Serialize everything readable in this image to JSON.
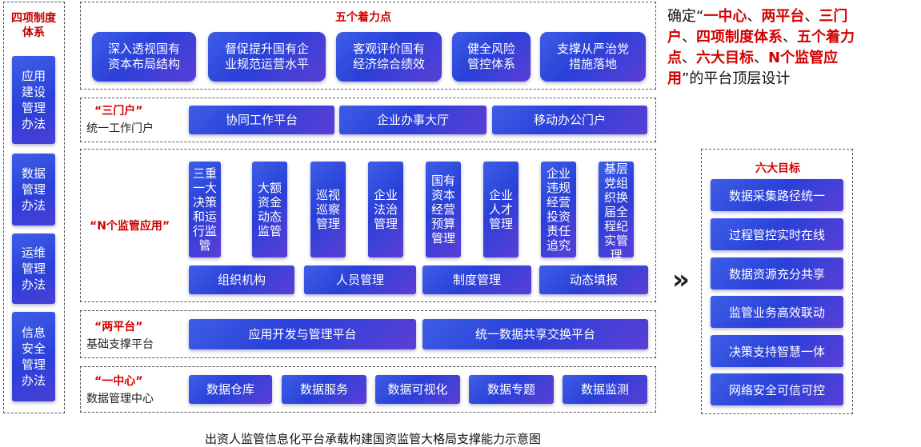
{
  "left_panel": {
    "title": "四项制度体系",
    "items": [
      "应用建设管理办法",
      "数据管理办法",
      "运维管理办法",
      "信息安全管理办法"
    ]
  },
  "five_points": {
    "title": "五个着力点",
    "items": [
      "深入透视国有资本布局结构",
      "督促提升国有企业规范运营水平",
      "客观评价国有经济综合绩效",
      "健全风险管控体系",
      "支撑从严治党措施落地"
    ]
  },
  "three_portals": {
    "label_red": "“三门户”",
    "label_black": "统一工作门户",
    "items": [
      "协同工作平台",
      "企业办事大厅",
      "移动办公门户"
    ]
  },
  "n_apps": {
    "label_red": "“N个监管应用”",
    "items": [
      "三重一大决策和运行监管",
      "大额资金动态监管",
      "巡视巡察管理",
      "企业法治管理",
      "国有资本经营预算管理",
      "企业人才管理",
      "企业违规经营投资责任追究",
      "基层党组织换届全程纪实管理"
    ],
    "bottom": [
      "组织机构",
      "人员管理",
      "制度管理",
      "动态填报"
    ]
  },
  "two_platforms": {
    "label_red": "“两平台”",
    "label_black": "基础支撑平台",
    "items": [
      "应用开发与管理平台",
      "统一数据共享交换平台"
    ]
  },
  "one_center": {
    "label_red": "“一中心”",
    "label_black": "数据管理中心",
    "items": [
      "数据仓库",
      "数据服务",
      "数据可视化",
      "数据专题",
      "数据监测"
    ]
  },
  "description": {
    "p1": "确定“",
    "r1": "一中心",
    "s1": "、",
    "r2": "两平台",
    "s2": "、",
    "r3": "三门户",
    "s3": "、",
    "r4": "四项制度体系",
    "s4": "、",
    "r5": "五个着力点",
    "s5": "、",
    "r6": "六大目标",
    "s6": "、",
    "r7": "N个监管应用",
    "p2": "”的平台顶层设计"
  },
  "arrow": "»",
  "six_goals": {
    "title": "六大目标",
    "items": [
      "数据采集路径统一",
      "过程管控实时在线",
      "数据资源充分共享",
      "监管业务高效联动",
      "决策支持智慧一体",
      "网络安全可信可控"
    ]
  },
  "caption": "出资人监管信息化平台承载构建国资监管大格局支撑能力示意图"
}
